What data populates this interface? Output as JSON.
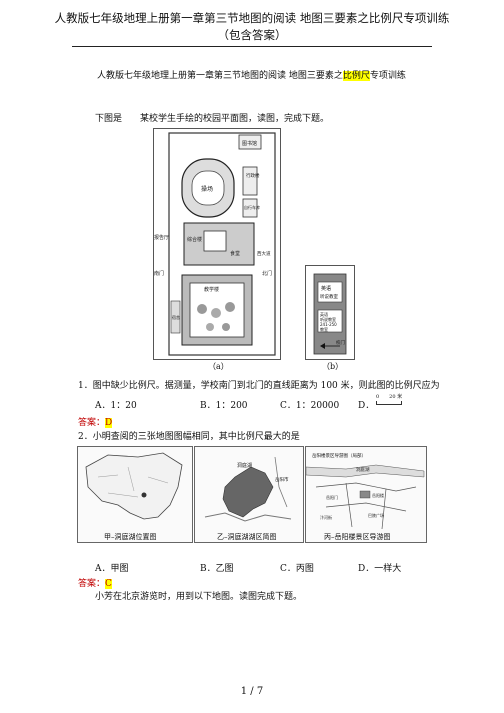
{
  "header": {
    "line1": "人教版七年级地理上册第一章第三节地图的阅读 地图三要素之比例尺专项训练",
    "line2": "（包含答案）"
  },
  "subtitle": {
    "before": "人教版七年级地理上册第一章第三节地图的阅读 地图三要素之",
    "highlight": "比例尺",
    "after": "专项训练"
  },
  "intro": "下图是　　某校学生手绘的校园平面图，读图，完成下题。",
  "figure_a": {
    "labels": {
      "library": "图书馆",
      "field": "操场",
      "office": "行政楼",
      "teach": "教学楼",
      "garage": "自行车库",
      "canteen": "食堂",
      "comp": "综合楼",
      "south_gate": "南门",
      "north_gate": "北门",
      "hall": "报告厅",
      "west_road": "西大道",
      "dorm": "宿舍"
    },
    "caption": "（a）"
  },
  "figure_b": {
    "sign": [
      "英语",
      "听说教室"
    ],
    "floors": [
      "英语",
      "听说教室",
      "241-250",
      "教室"
    ],
    "gate": "校门",
    "caption": "（b）"
  },
  "q1": {
    "text": "1．图中缺少比例尺。据测量，学校南门到北门的直线距离为 100 米，则此图的比例尺应为",
    "options": [
      "A．1：20",
      "B．1：200",
      "C．1：20000",
      "D．"
    ],
    "scale_d": "0　　20 米",
    "answer_label": "答案：",
    "answer": "D"
  },
  "q2": {
    "text": "2．小明查阅的三张地图图幅相同，其中比例尺最大的是",
    "map_captions": [
      "甲–洞庭湖位置图",
      "乙–洞庭湖湖区简图",
      "丙–岳阳楼景区导游图"
    ],
    "map_c_title": "岳阳楼景区导游图（局部）",
    "map_c_labels": [
      "洞庭湖",
      "岳阳楼",
      "岳阳门",
      "巴陵广场",
      "汴河街"
    ],
    "map_b_labels": [
      "洞庭湖",
      "岳阳市"
    ],
    "options": [
      "A．甲图",
      "B．乙图",
      "C．丙图",
      "D．一样大"
    ],
    "answer_label": "答案：",
    "answer": "C"
  },
  "q3_intro": "小芳在北京游览时，用到以下地图。读图完成下题。",
  "footer": "1 / 7"
}
